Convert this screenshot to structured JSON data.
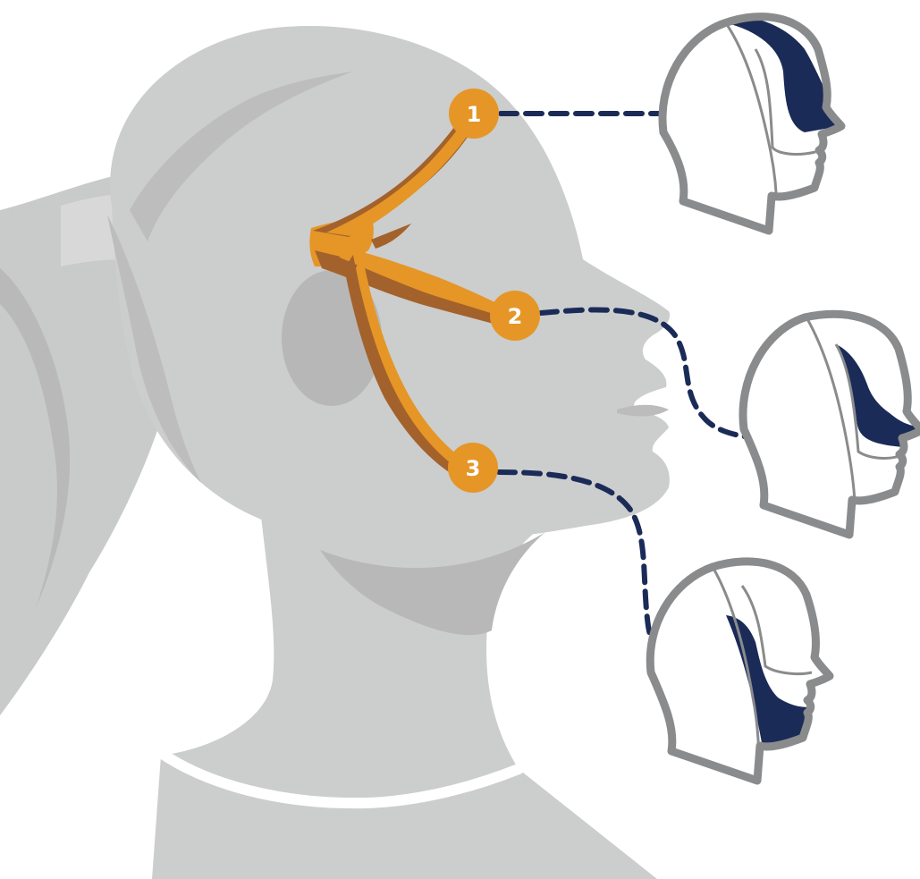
{
  "diagram": {
    "branches": [
      {
        "label": "1",
        "region": "forehead"
      },
      {
        "label": "2",
        "region": "mid-face"
      },
      {
        "label": "3",
        "region": "jaw"
      }
    ]
  },
  "colors": {
    "face_silhouette": "#cccdcd",
    "face_shadow": "#b7b7b7",
    "nerve_light": "#e59626",
    "nerve_dark": "#a3622b",
    "badge": "#e59626",
    "badge_text": "#ffffff",
    "connector": "#1b2b58",
    "mini_head_outline": "#8a8b8c",
    "region_fill": "#1b2b58"
  }
}
